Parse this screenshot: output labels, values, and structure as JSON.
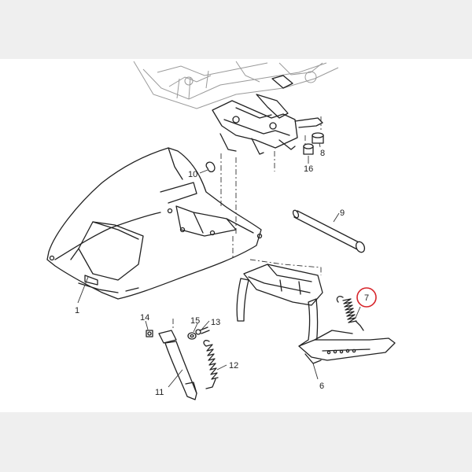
{
  "diagram": {
    "callouts": {
      "c1": "1",
      "c6": "6",
      "c7": "7",
      "c8": "8",
      "c9": "9",
      "c10": "10",
      "c11": "11",
      "c12": "12",
      "c13": "13",
      "c14": "14",
      "c15": "15",
      "c16": "16"
    },
    "highlighted_callout": "7",
    "colors": {
      "background": "#efefef",
      "panel": "#ffffff",
      "line": "#222222",
      "frame_line": "#9a9a9a",
      "highlight": "#d7262c"
    }
  }
}
